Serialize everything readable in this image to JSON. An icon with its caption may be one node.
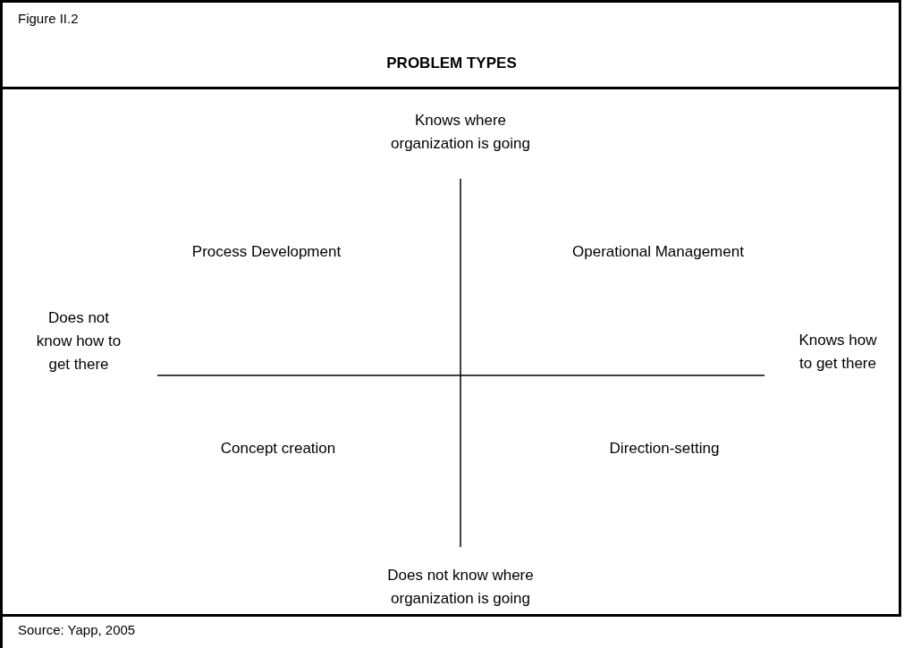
{
  "diagram": {
    "title": "PROBLEM TYPES",
    "caption": "Source: Yapp, 2005",
    "labels": [
      "Figure II.2",
      "Knows where organization is going",
      "Process Development",
      "Operational Management",
      "Does not know how to get there",
      "Knows how to get there",
      "Concept creation",
      "Direction-setting",
      "Does not know where organization is going"
    ]
  }
}
